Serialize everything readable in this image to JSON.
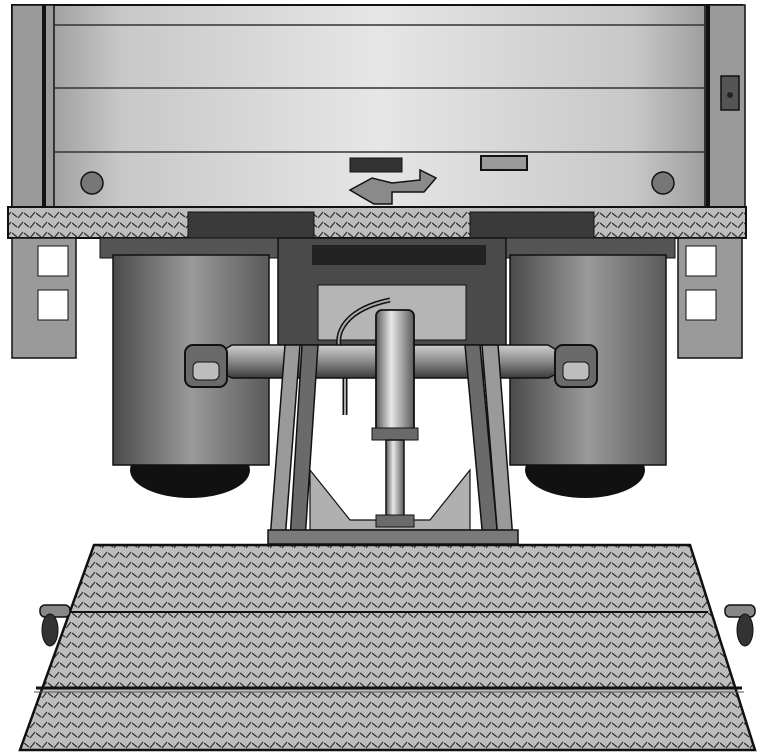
{
  "scene": {
    "subject": "truck-liftgate-rear-view",
    "style": "grayscale-technical-illustration"
  },
  "colors": {
    "outline": "#111111",
    "dark": "#2a2a2a",
    "mid": "#7a7a7a",
    "light": "#d0d0d0",
    "panel": "#bdbdbd",
    "background": "#ffffff"
  },
  "parts": {
    "door_panels": 3,
    "tail_lights": 2,
    "wheels": 2,
    "steps": 2,
    "platform_sections": 3,
    "hydraulic_cylinders": 1
  }
}
